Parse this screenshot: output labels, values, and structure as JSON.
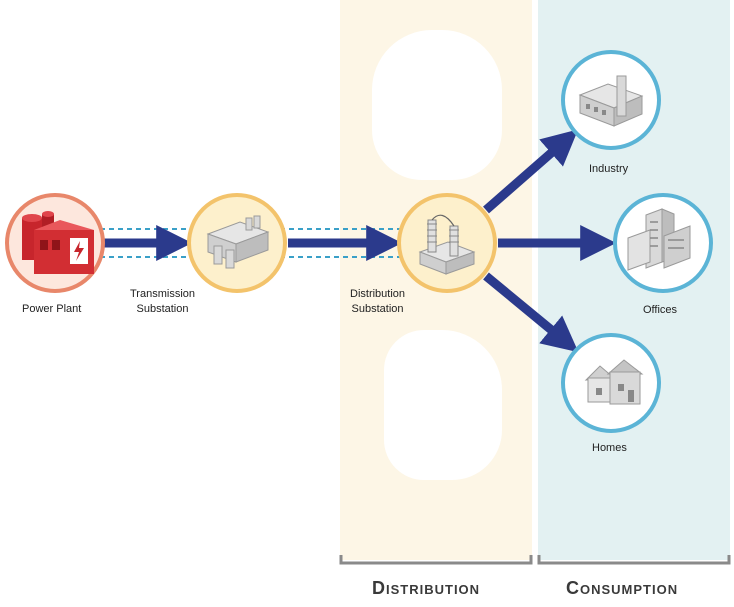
{
  "nodes": {
    "power_plant": "Power Plant",
    "transmission_line1": "Transmission",
    "transmission_line2": "Substation",
    "distribution_line1": "Distribution",
    "distribution_line2": "Substation",
    "industry": "Industry",
    "offices": "Offices",
    "homes": "Homes"
  },
  "sections": {
    "distribution": "Distribution",
    "consumption": "Consumption"
  },
  "colors": {
    "arrow": "#2b3a8c",
    "dashed_line": "#3aa0c8",
    "power_plant_ring": "#e8876a",
    "substation_ring": "#f3c36b",
    "consumer_ring": "#5bb4d6"
  }
}
